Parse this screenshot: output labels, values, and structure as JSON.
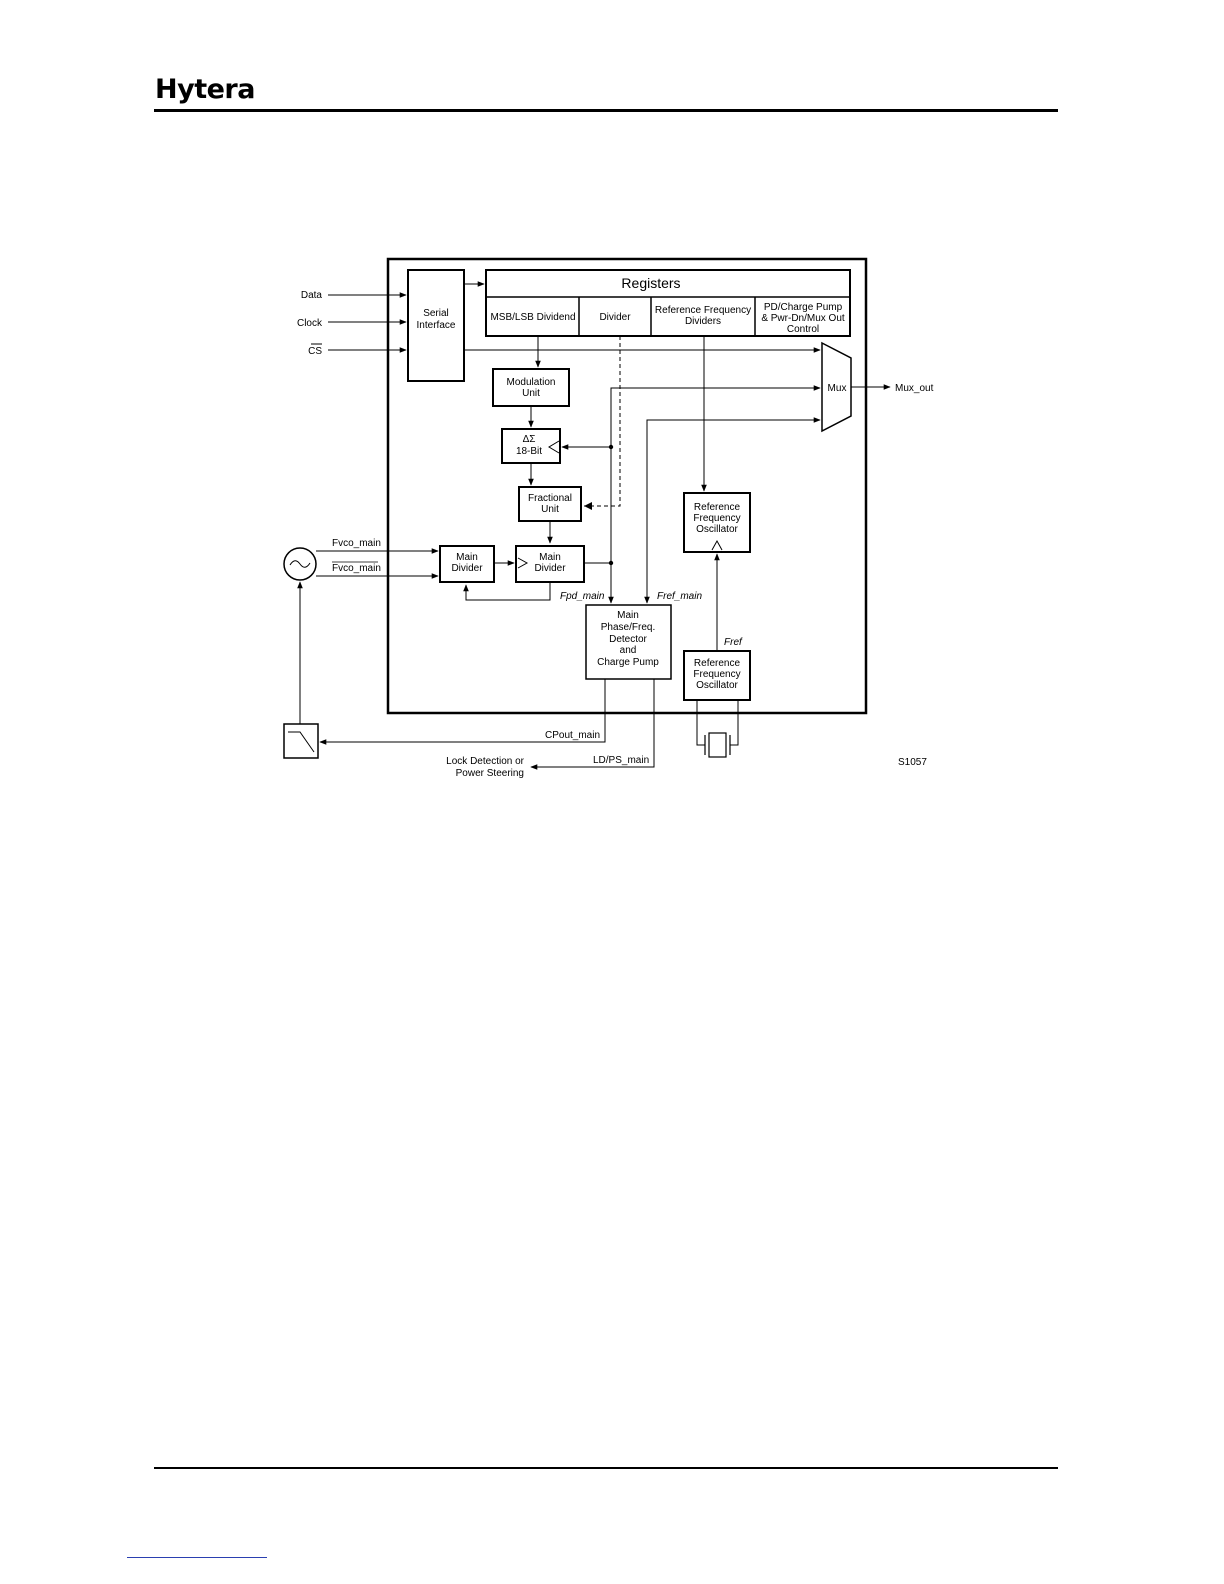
{
  "header": {
    "brand": "Hytera"
  },
  "diagram": {
    "inputs": {
      "data": "Data",
      "clock": "Clock",
      "cs": "CS"
    },
    "serial_interface": [
      "Serial",
      "Interface"
    ],
    "registers": {
      "title": "Registers",
      "cells": {
        "msb_lsb": [
          "MSB/LSB Dividend"
        ],
        "divider": [
          "Divider"
        ],
        "ref_freq_dividers": [
          "Reference Frequency",
          "Dividers"
        ],
        "pd_control": [
          "PD/Charge Pump",
          "& Pwr-Dn/Mux Out",
          "Control"
        ]
      }
    },
    "modulation_unit": [
      "Modulation",
      "Unit"
    ],
    "delta_sigma": [
      "ΔΣ",
      "18-Bit"
    ],
    "fractional_unit": [
      "Fractional",
      "Unit"
    ],
    "main_divider_1": [
      "Main",
      "Divider"
    ],
    "main_divider_2": [
      "Main",
      "Divider"
    ],
    "mux": "Mux",
    "mux_out": "Mux_out",
    "ref_osc_upper": [
      "Reference",
      "Frequency",
      "Oscillator"
    ],
    "ref_osc_lower": [
      "Reference",
      "Frequency",
      "Oscillator"
    ],
    "phase_detector": [
      "Main",
      "Phase/Freq.",
      "Detector",
      "and",
      "Charge Pump"
    ],
    "signals": {
      "fvco_main": "Fvco_main",
      "fvco_main_bar": "Fvco_main",
      "fpd_main": "Fpd_main",
      "fref_main": "Fref_main",
      "fref": "Fref",
      "cpout_main": "CPout_main",
      "ld_ps_main": "LD/PS_main",
      "lock_detection": [
        "Lock Detection or",
        "Power Steering"
      ]
    },
    "figure_id": "S1057"
  }
}
